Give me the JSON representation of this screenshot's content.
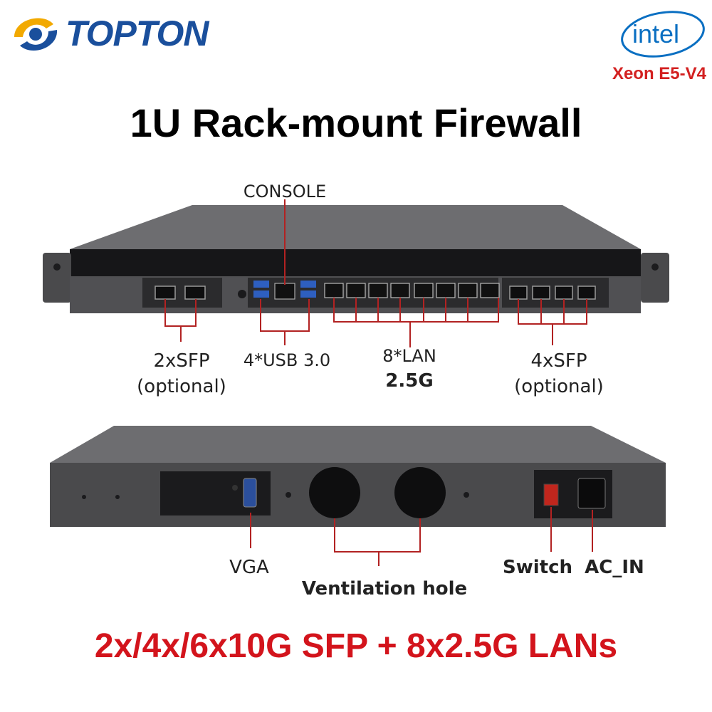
{
  "brand": {
    "name": "TOPTON",
    "logo_icon": "topton-swirl-logo",
    "color": "#1a4f9c"
  },
  "intel": {
    "logo_text": "intel",
    "model": "Xeon E5-V4",
    "accent": "#d32020"
  },
  "title": "1U Rack-mount Firewall",
  "front_labels": {
    "console": "CONSOLE",
    "sfp2_line1": "2xSFP",
    "sfp2_line2": "(optional)",
    "usb": "4*USB 3.0",
    "lan_line1": "8*LAN",
    "lan_line2": "2.5G",
    "sfp4_line1": "4xSFP",
    "sfp4_line2": "(optional)"
  },
  "rear_labels": {
    "vga": "VGA",
    "ventilation": "Ventilation hole",
    "switch": "Switch",
    "ac_in": "AC_IN"
  },
  "footer": "2x/4x/6x10G SFP + 8x2.5G LANs",
  "colors": {
    "callout_line": "#b22222",
    "chassis": "#4a4a4c",
    "panel": "#2b2b2d"
  }
}
